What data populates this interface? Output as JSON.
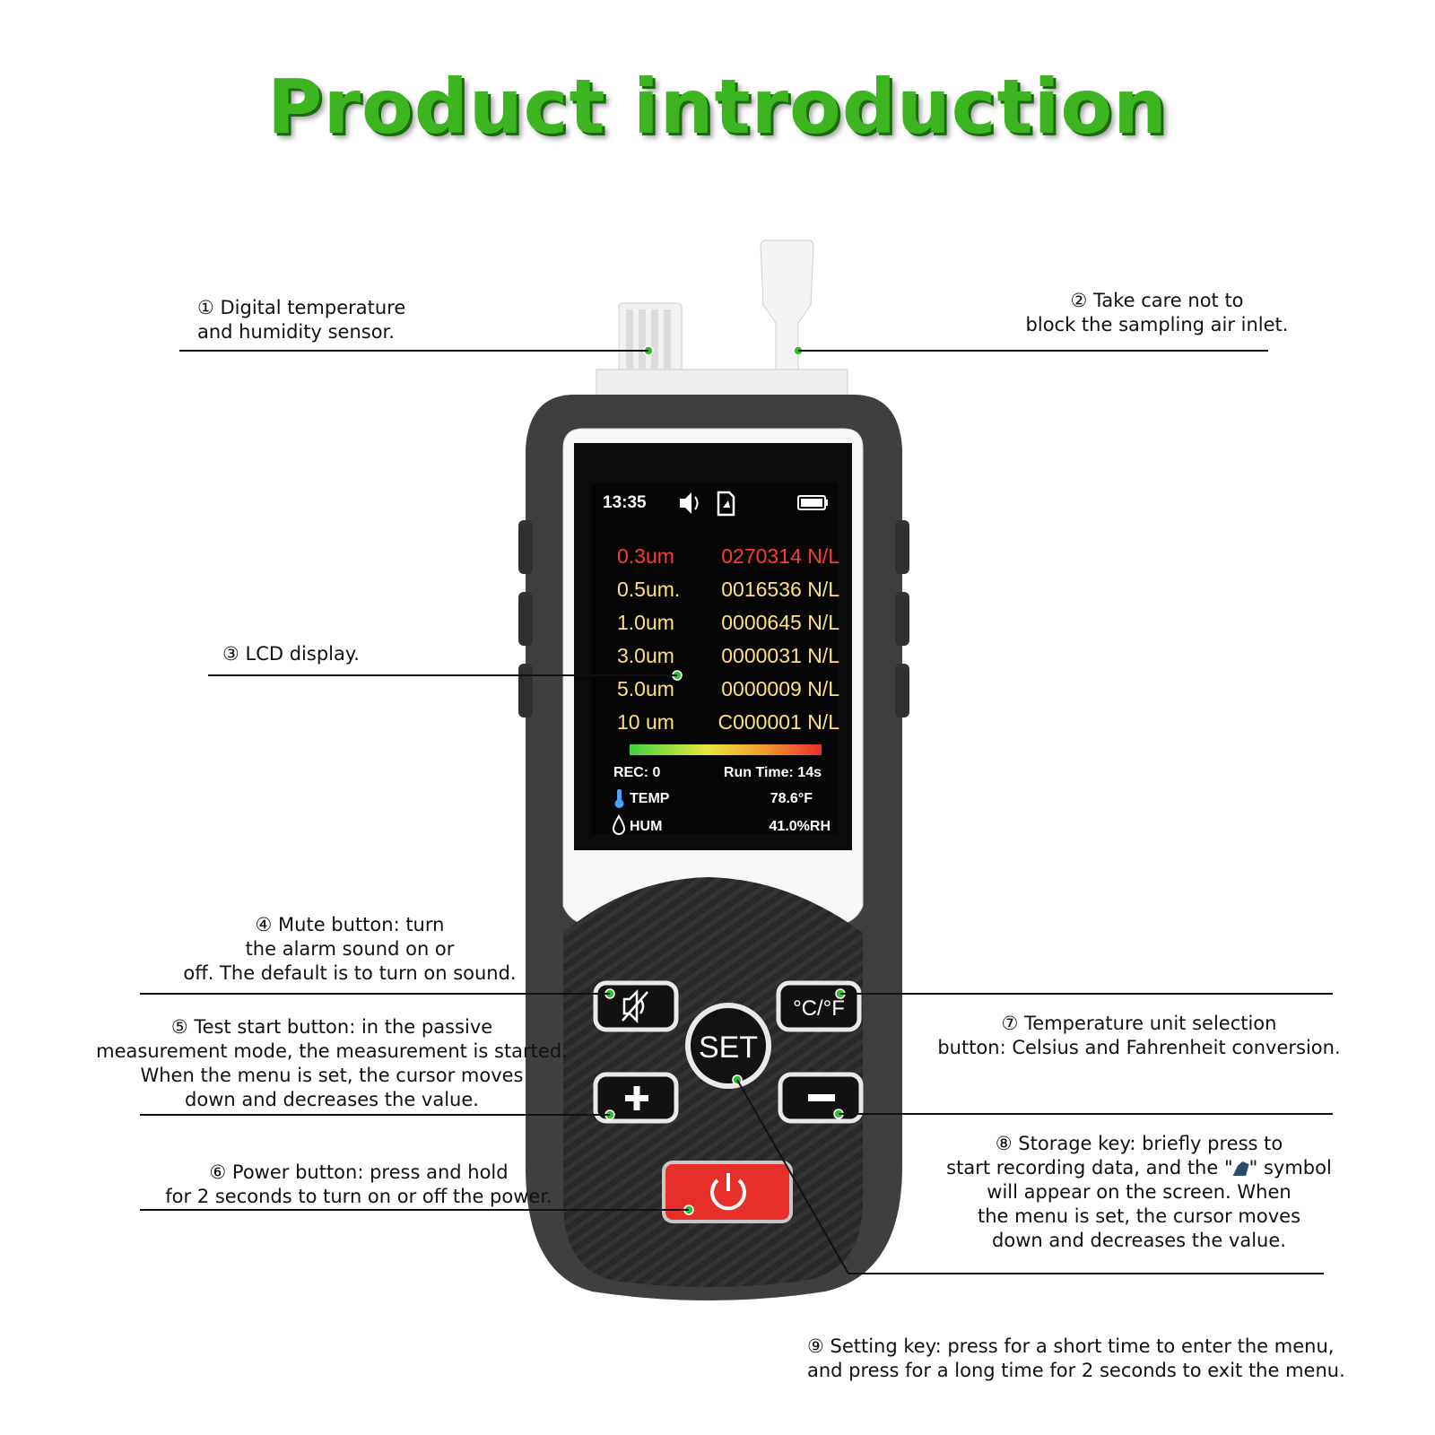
{
  "title": "Product introduction",
  "callouts": [
    {
      "num": "①",
      "lines": [
        "① Digital temperature",
        "and humidity sensor."
      ]
    },
    {
      "num": "②",
      "lines": [
        "② Take care not to",
        "block the sampling air inlet."
      ]
    },
    {
      "num": "③",
      "lines": [
        "③ LCD display."
      ]
    },
    {
      "num": "④",
      "lines": [
        "④ Mute button: turn",
        "the alarm sound on or",
        "off. The default is to turn on sound."
      ]
    },
    {
      "num": "⑤",
      "lines": [
        "⑤ Test start button: in the passive",
        "measurement mode, the measurement is started.",
        "When the menu is set, the cursor moves",
        "down and decreases the value."
      ]
    },
    {
      "num": "⑥",
      "lines": [
        "⑥ Power button: press and hold",
        "for 2 seconds to turn on or off the power."
      ]
    },
    {
      "num": "⑦",
      "lines": [
        "⑦ Temperature unit selection",
        "button: Celsius and Fahrenheit conversion."
      ]
    },
    {
      "num": "⑧",
      "lines": [
        "⑧ Storage key: briefly press to",
        "start recording data, and the \"",
        "\" symbol",
        "will appear on the screen. When",
        "the menu is set, the cursor moves",
        "down and decreases the value."
      ]
    },
    {
      "num": "⑨",
      "lines": [
        "⑨ Setting key: press for a short time to enter the menu,",
        "and press for a long time for 2 seconds to exit the menu."
      ]
    }
  ],
  "lcd": {
    "time": "13:35",
    "rows": [
      {
        "size": "0.3um",
        "count": "0270314 N/L",
        "color": "#ff3b2f"
      },
      {
        "size": "0.5um.",
        "count": "0016536 N/L",
        "color": "#ffe07a"
      },
      {
        "size": "1.0um",
        "count": "0000645 N/L",
        "color": "#ffe07a"
      },
      {
        "size": "3.0um",
        "count": "0000031 N/L",
        "color": "#ffe07a"
      },
      {
        "size": "5.0um",
        "count": "0000009 N/L",
        "color": "#ffe07a"
      },
      {
        "size": "10 um",
        "count": "C000001 N/L",
        "color": "#ffe07a"
      }
    ],
    "rec": "REC: 0",
    "run_time": "Run Time: 14s",
    "temp_label": "TEMP",
    "temp_value": "78.6°F",
    "hum_label": "HUM",
    "hum_value": "41.0%RH"
  },
  "buttons": {
    "set": "SET",
    "unit": "°C/°F",
    "plus": "+",
    "minus": "−"
  },
  "colors": {
    "title": "#3cb521",
    "body": "#3d3f41",
    "power": "#e8302a",
    "dot": "#2fbf2f"
  }
}
